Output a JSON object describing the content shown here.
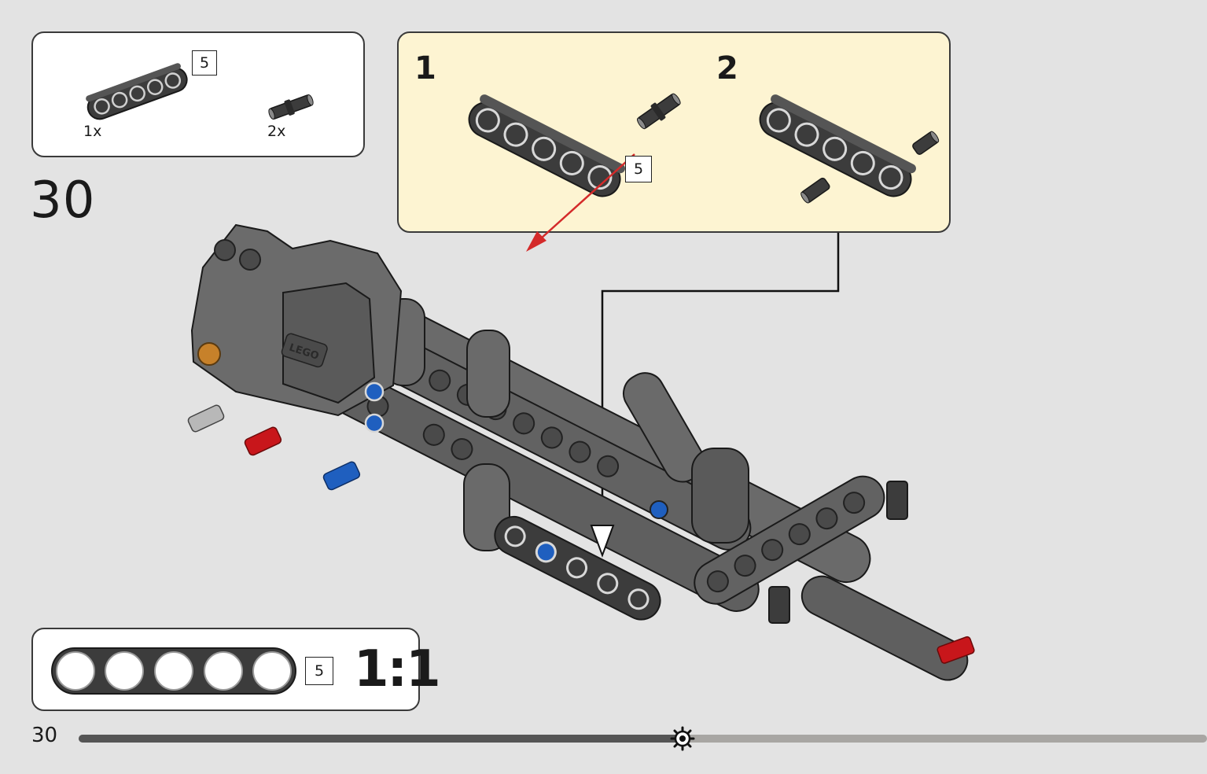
{
  "parts_list": {
    "beam": {
      "quantity": "1x",
      "length_label": "5"
    },
    "pin": {
      "quantity": "2x"
    }
  },
  "step_number": "30",
  "sub_steps": {
    "first": {
      "number": "1",
      "length_label": "5"
    },
    "second": {
      "number": "2"
    }
  },
  "scale_guide": {
    "length_label": "5",
    "ratio": "1:1",
    "hole_count": 5
  },
  "page_number": "30",
  "progress": {
    "fraction": 0.535
  },
  "colors": {
    "background": "#e3e3e3",
    "callout": "#fdf4d2",
    "beam_dark": "#3c3c3c",
    "arrow_red": "#d42a2a",
    "pin_red": "#c8161b",
    "pin_blue": "#1f5fbf",
    "progress_done": "#555555",
    "progress_remaining": "#a8a6a3"
  },
  "icons": [
    "lego-logo",
    "progress-gear-icon",
    "direction-arrow-icon"
  ]
}
